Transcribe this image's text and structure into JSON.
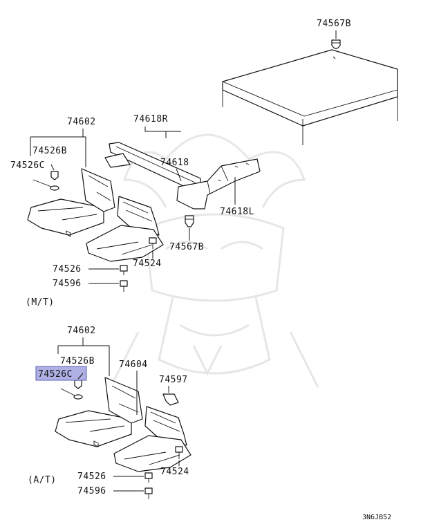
{
  "callouts": {
    "p74567b_top": "74567B",
    "p74618r": "74618R",
    "p74618": "74618",
    "p74618l": "74618L",
    "p74567b_mid": "74567B",
    "mt_74602": "74602",
    "mt_74526b": "74526B",
    "mt_74526c": "74526C",
    "mt_74524": "74524",
    "mt_74526": "74526",
    "mt_74596": "74596",
    "at_74602": "74602",
    "at_74526b": "74526B",
    "at_74526c": "74526C",
    "at_74604": "74604",
    "at_74597": "74597",
    "at_74524": "74524",
    "at_74526": "74526",
    "at_74596": "74596"
  },
  "variants": {
    "manual": "(M/T)",
    "automatic": "(A/T)"
  },
  "diagram_code": "3N6JB52",
  "highlight_color": "#aeb0e4"
}
